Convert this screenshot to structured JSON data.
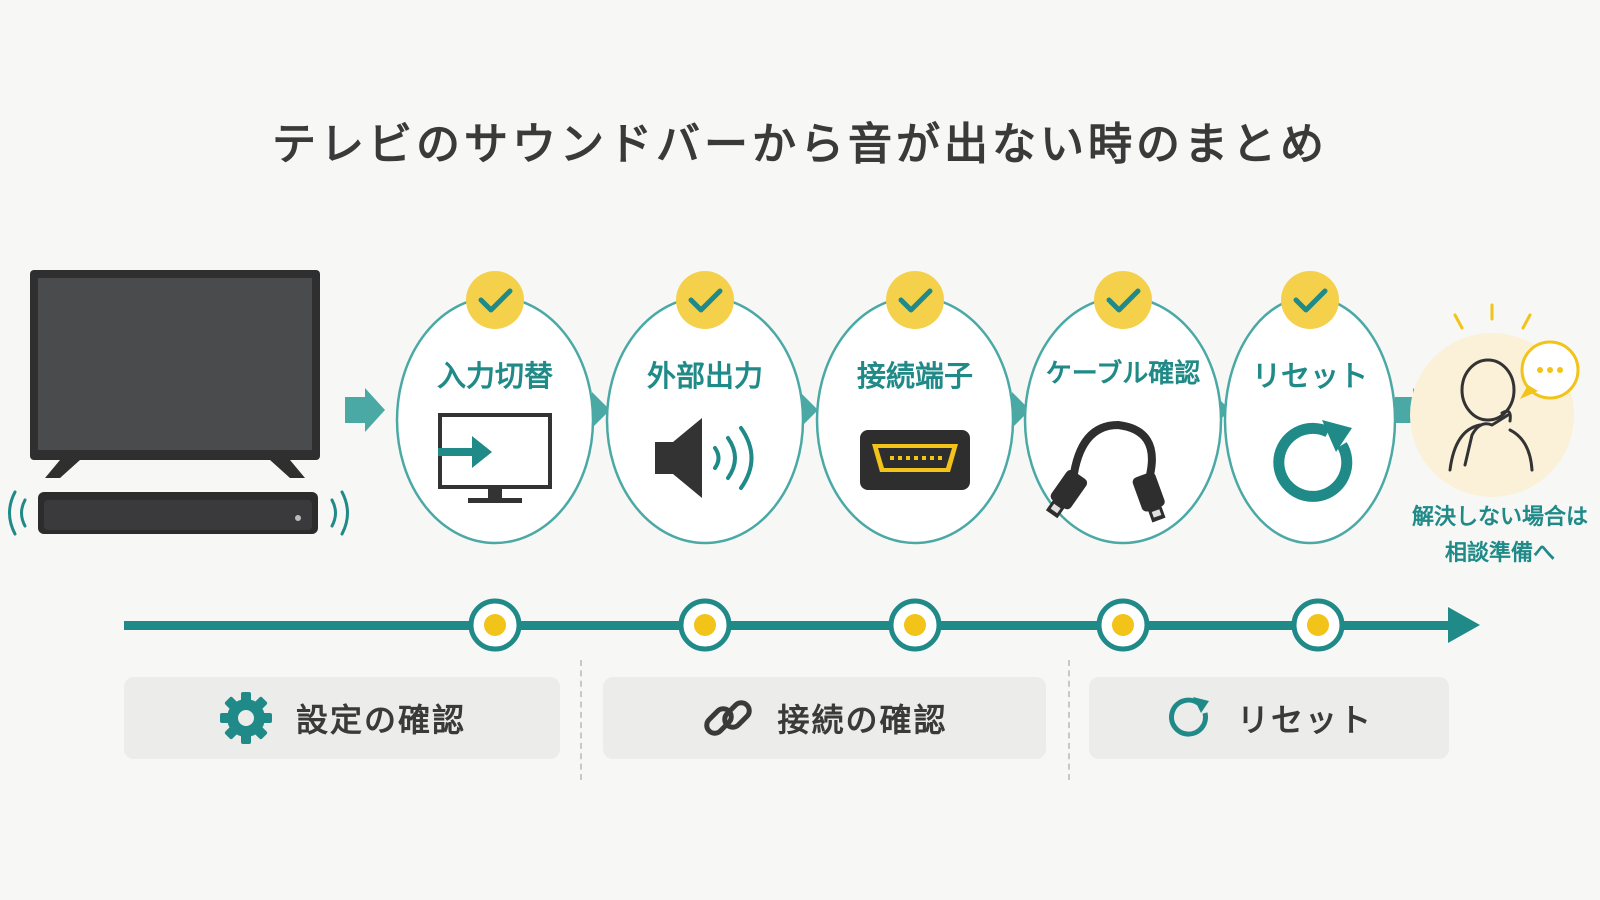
{
  "title": "テレビのサウンドバーから音が出ない時のまとめ",
  "steps": [
    {
      "label": "入力切替",
      "icon": "input-switch-icon"
    },
    {
      "label": "外部出力",
      "icon": "speaker-icon"
    },
    {
      "label": "接続端子",
      "icon": "hdmi-port-icon"
    },
    {
      "label": "ケーブル確認",
      "icon": "cable-icon"
    },
    {
      "label": "リセット",
      "icon": "reset-icon"
    }
  ],
  "final": {
    "line1": "解決しない場合は",
    "line2": "相談準備へ",
    "icon": "thinking-person-icon"
  },
  "groups": [
    {
      "label": "設定の確認",
      "icon": "gear-icon"
    },
    {
      "label": "接続の確認",
      "icon": "link-icon"
    },
    {
      "label": "リセット",
      "icon": "refresh-icon"
    }
  ],
  "colors": {
    "teal": "#1f8a87",
    "yellow": "#f5d04a",
    "dot": "#f2c318",
    "gray_box": "#ececeb"
  }
}
